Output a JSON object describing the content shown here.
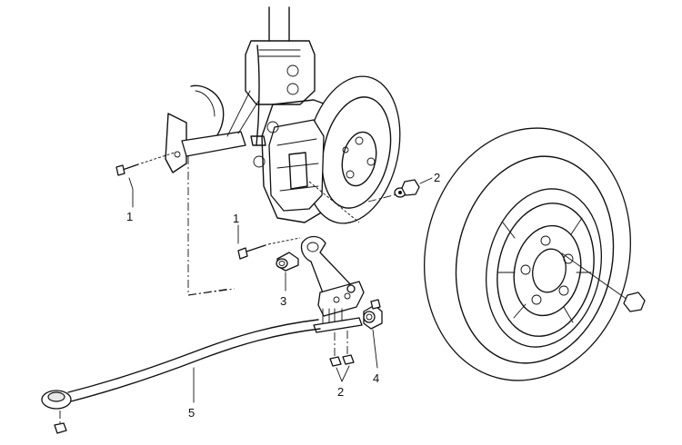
{
  "callouts": {
    "c1_bracket_bolt": "1",
    "c2_nut_washer": "2",
    "c1_link_bolt": "1",
    "c3_bushing": "3",
    "c4_bushing": "4",
    "c2_lower_nuts": "2",
    "c5_stabilizer_bar": "5"
  },
  "colors": {
    "ink": "#111111",
    "paper": "#ffffff"
  }
}
